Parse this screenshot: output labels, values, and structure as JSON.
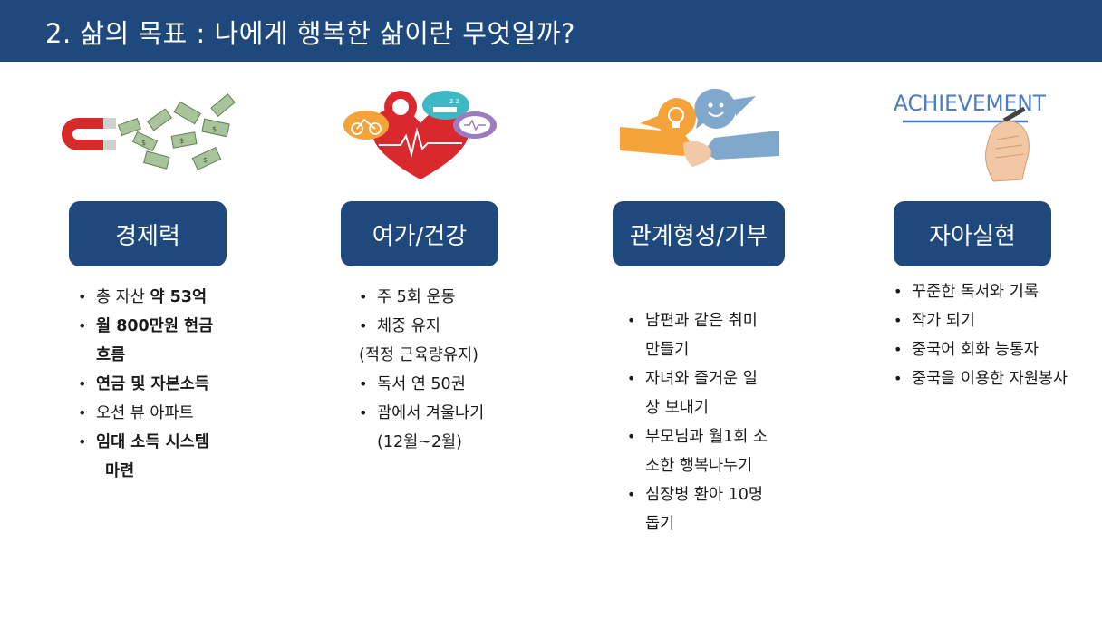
{
  "header": {
    "title": "2. 삶의 목표 : 나에게 행복한 삶이란 무엇일까?"
  },
  "columns": [
    {
      "label": "경제력",
      "items": [
        {
          "parts": [
            {
              "t": "총 자산 ",
              "b": false
            },
            {
              "t": "약 53억",
              "b": true
            }
          ]
        },
        {
          "parts": [
            {
              "t": "월 800만원 현금",
              "b": true
            }
          ]
        },
        {
          "cont": true,
          "parts": [
            {
              "t": "흐름",
              "b": true
            }
          ]
        },
        {
          "parts": [
            {
              "t": "연금 및 자본소득",
              "b": true
            }
          ]
        },
        {
          "parts": [
            {
              "t": "오션 뷰 아파트",
              "b": false
            }
          ]
        },
        {
          "parts": [
            {
              "t": "임대 소득 시스템",
              "b": true
            }
          ]
        },
        {
          "cont": true,
          "indent": true,
          "parts": [
            {
              "t": "마련",
              "b": true
            }
          ]
        }
      ]
    },
    {
      "label": "여가/건강",
      "items": [
        {
          "parts": [
            {
              "t": "주 5회 운동",
              "b": false
            }
          ]
        },
        {
          "parts": [
            {
              "t": "체중 유지",
              "b": false
            }
          ]
        },
        {
          "plain": true,
          "parts": [
            {
              "t": "(적정 근육량유지)",
              "b": false
            }
          ]
        },
        {
          "parts": [
            {
              "t": "독서 연 50권",
              "b": false
            }
          ]
        },
        {
          "parts": [
            {
              "t": "괌에서 겨울나기",
              "b": false
            }
          ]
        },
        {
          "cont": true,
          "parts": [
            {
              "t": "(12월~2월)",
              "b": false
            }
          ]
        }
      ]
    },
    {
      "label": "관계형성/기부",
      "items": [
        {
          "parts": [
            {
              "t": "남편과 같은 취미",
              "b": false
            }
          ]
        },
        {
          "cont": true,
          "parts": [
            {
              "t": "만들기",
              "b": false
            }
          ]
        },
        {
          "parts": [
            {
              "t": "자녀와 즐거운 일",
              "b": false
            }
          ]
        },
        {
          "cont": true,
          "parts": [
            {
              "t": "상 보내기",
              "b": false
            }
          ]
        },
        {
          "parts": [
            {
              "t": "부모님과 월1회 소",
              "b": false
            }
          ]
        },
        {
          "cont": true,
          "parts": [
            {
              "t": "소한 행복나누기",
              "b": false
            }
          ]
        },
        {
          "parts": [
            {
              "t": "심장병 환아 10명",
              "b": false
            }
          ]
        },
        {
          "cont": true,
          "parts": [
            {
              "t": "돕기",
              "b": false
            }
          ]
        }
      ]
    },
    {
      "label": "자아실현",
      "items": [
        {
          "parts": [
            {
              "t": "꾸준한 독서와 기록",
              "b": false
            }
          ]
        },
        {
          "parts": [
            {
              "t": "작가 되기",
              "b": false
            }
          ]
        },
        {
          "parts": [
            {
              "t": "중국어 회화 능통자",
              "b": false
            }
          ]
        },
        {
          "parts": [
            {
              "t": "중국을 이용한 자원봉사",
              "b": false
            }
          ]
        }
      ]
    }
  ],
  "illustrations": {
    "achievement_text": "ACHIEVEMENT",
    "money_symbol": "$"
  },
  "colors": {
    "header_bg": "#1f497d",
    "pill_bg": "#1f497d",
    "magnet_red": "#d62b2b",
    "heart_red": "#d9282e",
    "orange": "#f3a33a",
    "teal": "#40b8c4",
    "purple": "#9c7bbf",
    "blue_light": "#7fa8cc",
    "achievement_blue": "#4a7dbf"
  }
}
